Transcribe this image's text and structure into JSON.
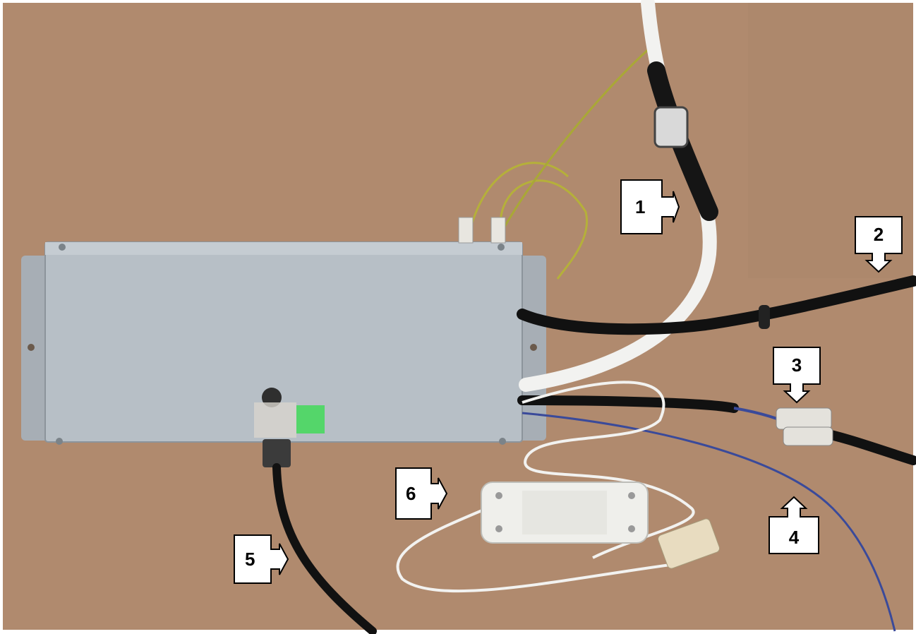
{
  "image": {
    "subject": "enclosure",
    "colors": {
      "board": "#b08a6e",
      "enclosure": "#b7bfc6",
      "black_cable": "#111111",
      "white_cable": "#f2f2f0",
      "blue_wire": "#3a4a9a",
      "earth_wire": "#b5b03a",
      "callout_fill": "#ffffff",
      "callout_stroke": "#000000"
    }
  },
  "callouts": [
    {
      "id": "1",
      "label": "1",
      "pointer": "right"
    },
    {
      "id": "2",
      "label": "2",
      "pointer": "down"
    },
    {
      "id": "3",
      "label": "3",
      "pointer": "down"
    },
    {
      "id": "4",
      "label": "4",
      "pointer": "up"
    },
    {
      "id": "5",
      "label": "5",
      "pointer": "right"
    },
    {
      "id": "6",
      "label": "6",
      "pointer": "right"
    }
  ]
}
